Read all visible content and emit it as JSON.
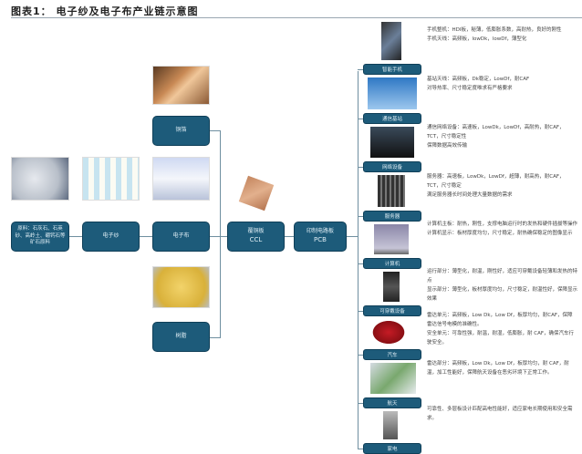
{
  "title": "图表1： 电子纱及电子布产业链示意图",
  "nodes": {
    "raw": "原料：石灰石、石英砂、高岭土、硼钙石等矿石原料",
    "yarn": "电子纱",
    "fabric": "电子布",
    "foil": "铜箔",
    "resin": "树脂",
    "ccl_cn": "覆铜板",
    "ccl_en": "CCL",
    "pcb_cn": "印制电路板",
    "pcb_en": "PCB"
  },
  "applications": [
    {
      "label": "智能手机",
      "lines": [
        "手机整机：HDI板，秘薄，低膨胀系数，高耐热，良好的刚性",
        "手机天线：高频板，lowDk，lowDf，薄型化"
      ]
    },
    {
      "label": "通信基站",
      "lines": [
        "基站天线：高频板，Dk稳定，LowDf，耐CAF",
        "对导热率、尺寸稳定度唯求有严格要求"
      ]
    },
    {
      "label": "网络设备",
      "lines": [
        "通信网络设备：高速板，LowDk，LowDf，高耐热，耐CAF，TCT，尺寸稳定性",
        "保障数据高效传输"
      ]
    },
    {
      "label": "服务器",
      "lines": [
        "服务器：高速板，LowDk，LowDf，超薄，耐高热，耐CAF，TCT，尺寸稳定",
        "满足服务器长时间处理大量数据的需求"
      ]
    },
    {
      "label": "计算机",
      "lines": [
        "计算机主板：耐热，刚性，支撑电脑运行时的发热和硬件插拔等操作",
        "计算机显示：板材厚度均匀，尺寸稳定，耐热确保稳定的图像显示"
      ]
    },
    {
      "label": "可穿戴设备",
      "lines": [
        "运行部分：薄型化，耐温，刚性好，适应可穿戴设备轻薄和发热的特点",
        "显示部分：薄型化，板材厚度均匀，尺寸稳定，耐温性好，保障显示效果"
      ]
    },
    {
      "label": "汽车",
      "lines": [
        "雷达单元：高频板，Low Dk，Low Df，板厚均匀，耐CAF，保障雷达信号电模的准确性。",
        "安全单元：可靠性强，耐温，耐湿，低膨胀，耐 CAF，确保汽车行驶安全。"
      ]
    },
    {
      "label": "航天",
      "lines": [
        "雷达部分：高频板，Low Dk，Low Df，板厚均匀，耐 CAF，耐温，加工性能好，保障航天设备在恶劣环境下正常工作。"
      ]
    },
    {
      "label": "家电",
      "lines": [
        "可靠性、多层板设计匹配高电性能好，适应家电长期使用和安全需求。"
      ]
    }
  ]
}
